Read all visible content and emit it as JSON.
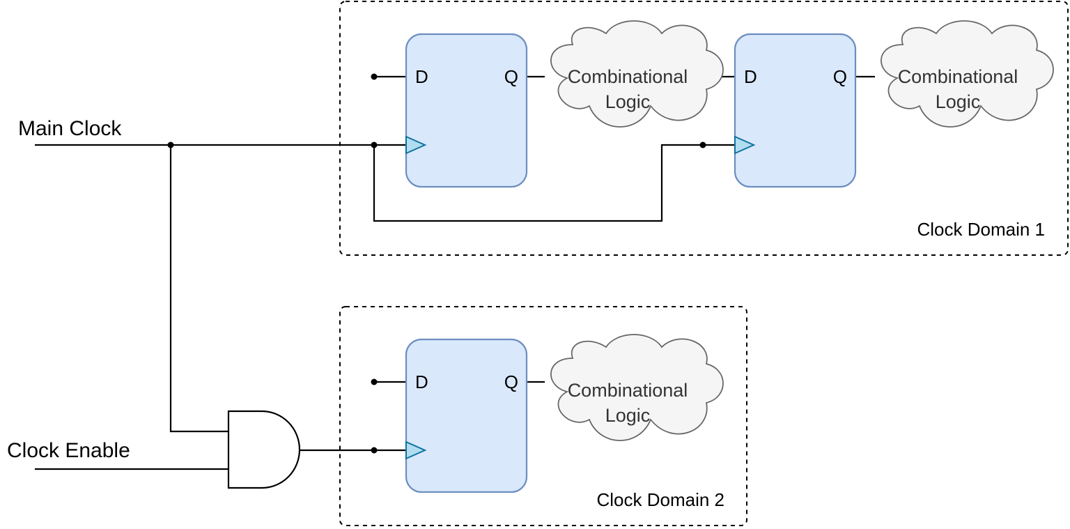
{
  "signals": {
    "main_clock": "Main Clock",
    "clock_enable": "Clock Enable"
  },
  "domains": {
    "domain1": "Clock Domain 1",
    "domain2": "Clock Domain 2"
  },
  "flip_flop": {
    "d_pin": "D",
    "q_pin": "Q"
  },
  "logic": {
    "line1": "Combinational",
    "line2": "Logic"
  },
  "colors": {
    "flip_flop_fill": "#dae8fc",
    "flip_flop_stroke": "#6c8ebf",
    "clock_triangle_fill": "#b1ddf0",
    "clock_triangle_stroke": "#10739e",
    "cloud_fill": "#f5f5f5",
    "cloud_stroke": "#666666"
  }
}
